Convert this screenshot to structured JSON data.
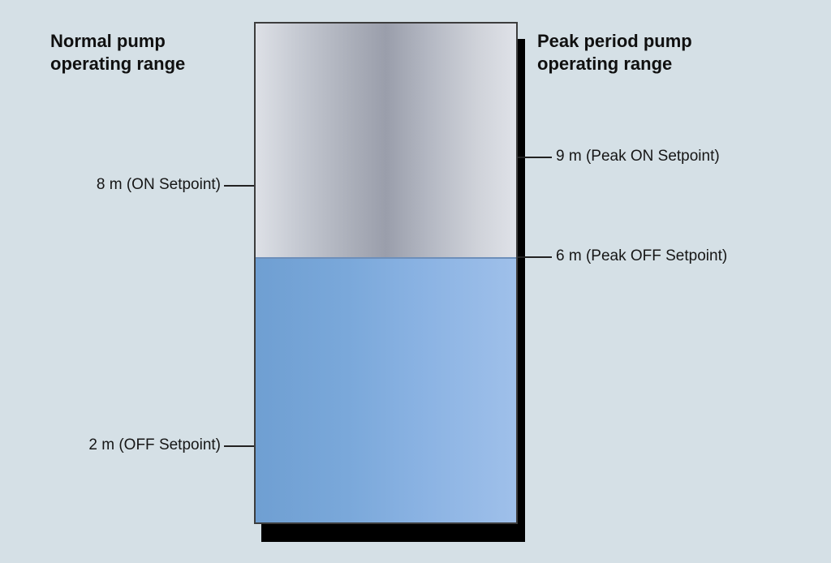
{
  "headings": {
    "normal_line1": "Normal pump",
    "normal_line2": "operating range",
    "peak_line1": "Peak period pump",
    "peak_line2": "operating range"
  },
  "setpoints": {
    "on": "8 m (ON Setpoint)",
    "off": "2 m (OFF Setpoint)",
    "peak_on": "9 m (Peak ON Setpoint)",
    "peak_off": "6 m (Peak OFF Setpoint)"
  },
  "colors": {
    "background": "#d5e0e6",
    "water": "#7aa8da",
    "tank_empty": "#a9adb8",
    "shadow": "#000000"
  }
}
